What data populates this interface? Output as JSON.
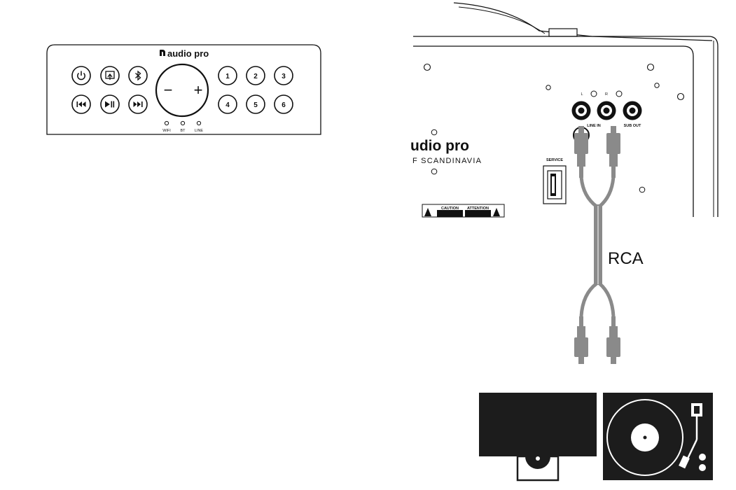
{
  "control_panel": {
    "brand": "audio pro",
    "buttons": {
      "power": {
        "icon": "power-icon"
      },
      "multiroom": {
        "icon": "multiroom-icon"
      },
      "bluetooth": {
        "icon": "bluetooth-icon"
      },
      "prev": {
        "icon": "previous-icon"
      },
      "play_pause": {
        "icon": "play-pause-icon"
      },
      "next": {
        "icon": "next-icon"
      }
    },
    "volume": {
      "minus": "−",
      "plus": "+"
    },
    "presets": [
      "1",
      "2",
      "3",
      "4",
      "5",
      "6"
    ],
    "indicators": [
      "WIFI",
      "BT",
      "LINE"
    ]
  },
  "rear_panel": {
    "brand": "udio pro",
    "tagline": "F SCANDINAVIA",
    "channel_left": "L",
    "channel_right": "R",
    "line_in_label": "LINE IN",
    "sub_out_label": "SUB OUT",
    "service_label": "SERVICE",
    "caution_label": "CAUTION",
    "attention_label": "ATTENTION"
  },
  "cable": {
    "label": "RCA"
  },
  "colors": {
    "line": "#111111",
    "cable": "#8a8a8a",
    "device": "#1c1c1c"
  }
}
